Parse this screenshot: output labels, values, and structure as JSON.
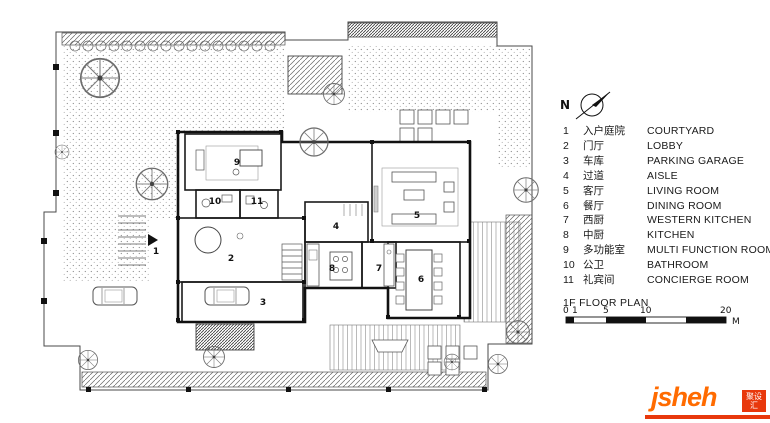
{
  "compass": {
    "label": "N"
  },
  "legend": {
    "items": [
      {
        "num": "1",
        "zh": "入户庭院",
        "en": "COURTYARD"
      },
      {
        "num": "2",
        "zh": "门厅",
        "en": "LOBBY"
      },
      {
        "num": "3",
        "zh": "车库",
        "en": "PARKING GARAGE"
      },
      {
        "num": "4",
        "zh": "过道",
        "en": "AISLE"
      },
      {
        "num": "5",
        "zh": "客厅",
        "en": "LIVING ROOM"
      },
      {
        "num": "6",
        "zh": "餐厅",
        "en": "DINING ROOM"
      },
      {
        "num": "7",
        "zh": "西厨",
        "en": "WESTERN KITCHEN"
      },
      {
        "num": "8",
        "zh": "中厨",
        "en": "KITCHEN"
      },
      {
        "num": "9",
        "zh": "多功能室",
        "en": "MULTI FUNCTION ROOM"
      },
      {
        "num": "10",
        "zh": "公卫",
        "en": "BATHROOM"
      },
      {
        "num": "11",
        "zh": "礼宾间",
        "en": "CONCIERGE ROOM"
      }
    ],
    "title": "1F FLOOR PLAN"
  },
  "scalebar": {
    "t0": "0",
    "t1": "1",
    "t5": "5",
    "t10": "10",
    "t20": "20",
    "unit": "M"
  },
  "logo": {
    "name": "jsheh",
    "badge": "聚设汇",
    "accent": "#e8380c",
    "orange": "#ff6b00"
  }
}
